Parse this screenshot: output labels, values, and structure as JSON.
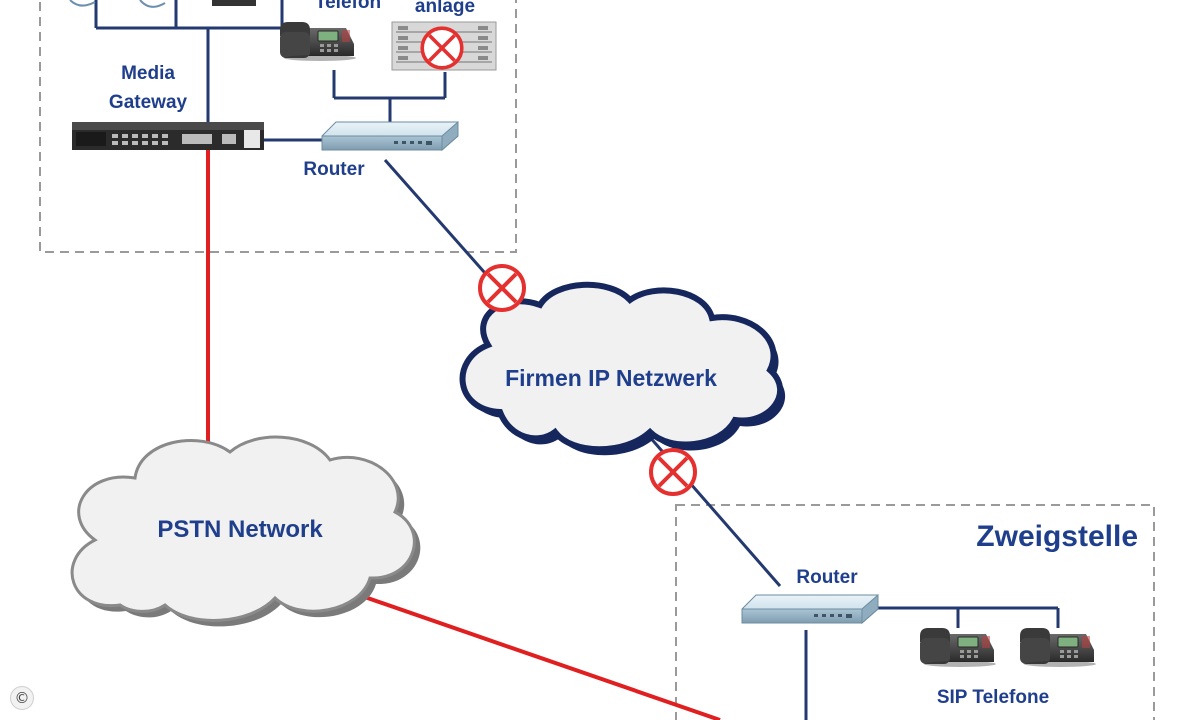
{
  "labels": {
    "media_gateway_line1": "Media",
    "media_gateway_line2": "Gateway",
    "telefon": "Telefon",
    "anlage": "anlage",
    "router_main": "Router",
    "firmen_cloud": "Firmen IP Netzwerk",
    "pstn_cloud": "PSTN Network",
    "zweigstelle": "Zweigstelle",
    "router_branch": "Router",
    "sip_telefone": "SIP Telefone"
  },
  "copyright_symbol": "©",
  "colors": {
    "label_blue": "#1f3f8c",
    "link_blue": "#23396f",
    "pstn_red": "#e02020",
    "failure_red": "#e53030",
    "cloud_fill": "#f1f1f1",
    "cloud_outline_dark": "#16275e",
    "cloud_outline_grey": "#7a7a7a",
    "dashed_box": "#9a9a9a"
  },
  "icons": [
    "desk-phone-icon",
    "pbx-rack-icon",
    "media-gateway-icon",
    "router-icon",
    "failure-x-icon",
    "cloud-icon"
  ]
}
